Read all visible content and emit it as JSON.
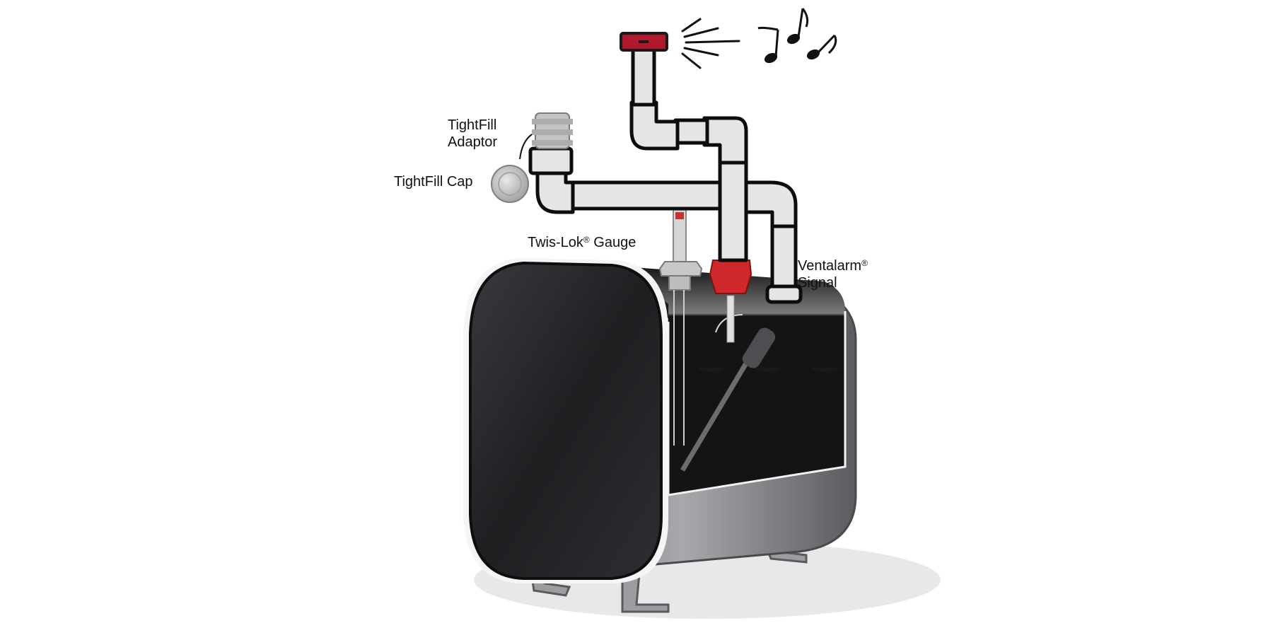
{
  "labels": {
    "tightfill_adaptor_line1": "TightFill",
    "tightfill_adaptor_line2": "Adaptor",
    "tightfill_cap": "TightFill Cap",
    "twis_lok_gauge_text": "Twis-Lok",
    "twis_lok_gauge_suffix": " Gauge",
    "ventalarm_text": "Ventalarm",
    "ventalarm_line2": "Signal",
    "registered_mark": "®"
  },
  "colors": {
    "pipe_fill": "#e6e6e6",
    "pipe_stroke": "#0d0d0d",
    "whistle_red": "#b0192c",
    "fitting_red": "#d0282a",
    "tank_dark": "#1c1c1e",
    "tank_steel": "#8c8c90",
    "oil": "#141414",
    "shadow": "#e6e6e6"
  },
  "icons": {
    "alarm_sound": "sound-waves-icon",
    "music": "music-notes-icon"
  }
}
